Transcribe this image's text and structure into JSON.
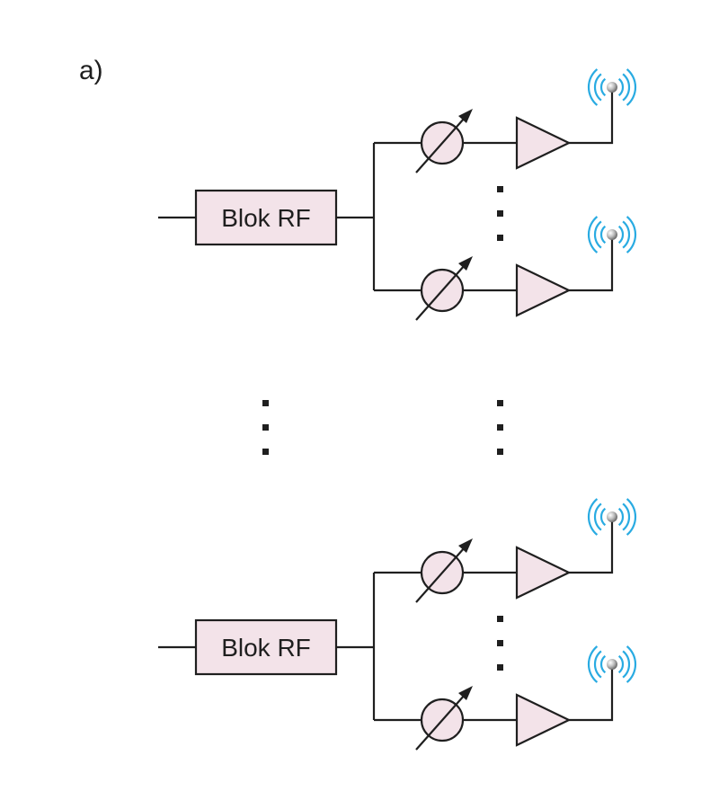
{
  "figure_label": "a)",
  "blocks": [
    {
      "label": "Blok RF"
    },
    {
      "label": "Blok RF"
    }
  ],
  "colors": {
    "component_fill": "#f3e3e9",
    "line": "#1f1f1f",
    "antenna_wave": "#29abe2"
  },
  "icons": [
    "phase-shifter-icon",
    "amplifier-icon",
    "antenna-icon"
  ]
}
